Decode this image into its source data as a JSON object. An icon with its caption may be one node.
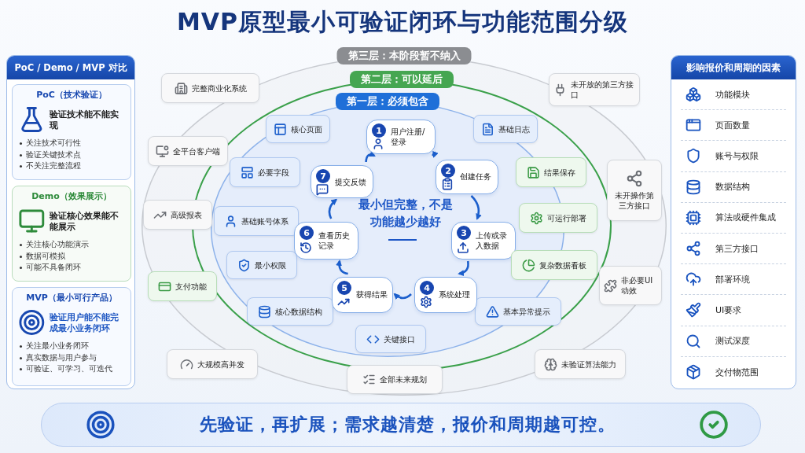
{
  "diagram": {
    "title": "MVP原型最小可验证闭环与功能范围分级",
    "nodes": [
      {
        "text": [
          "PoC / Demo / MVP 对比"
        ]
      },
      {
        "text": [
          "PoC（技术验证）",
          "验证技术能不能实现",
          "关注技术可行性",
          "验证关键技术点",
          "不关注完整流程"
        ],
        "in": 0
      },
      {
        "text": [
          "Demo（效果展示）",
          "验证核心效果能不能展示",
          "关注核心功能演示",
          "数据可模拟",
          "可能不具备闭环"
        ],
        "in": 0
      },
      {
        "text": [
          "MVP（最小可行产品）",
          "验证用户能不能完成最小业务闭环",
          "关注最小业务闭环",
          "真实数据与用户参与",
          "可验证、可学习、可迭代"
        ],
        "in": 0
      },
      {
        "text": [
          "第三层：本阶段暂不纳入"
        ]
      },
      {
        "text": [
          "第二层：可以延后"
        ],
        "in": 4
      },
      {
        "text": [
          "第一层：必须包含"
        ],
        "in": 5
      },
      {
        "text": [
          "完整商业化系统"
        ],
        "in": 4
      },
      {
        "text": [
          "未开放的第三方接口"
        ],
        "in": 4
      },
      {
        "text": [
          "全平台客户端"
        ],
        "in": 4
      },
      {
        "text": [
          "未开操作第三方接口"
        ],
        "in": 4
      },
      {
        "text": [
          "高级报表"
        ],
        "in": 4
      },
      {
        "text": [
          "支付功能"
        ],
        "in": 4
      },
      {
        "text": [
          "非必要UI动效"
        ],
        "in": 4
      },
      {
        "text": [
          "大规模高并发"
        ],
        "in": 4
      },
      {
        "text": [
          "未验证算法能力"
        ],
        "in": 4
      },
      {
        "text": [
          "全部未来规划"
        ],
        "in": 4
      },
      {
        "text": [
          "结果保存"
        ],
        "in": 5
      },
      {
        "text": [
          "可运行部署"
        ],
        "in": 5
      },
      {
        "text": [
          "复杂数据看板"
        ],
        "in": 5
      },
      {
        "text": [
          "核心页面"
        ],
        "in": 6
      },
      {
        "text": [
          "基础日志"
        ],
        "in": 6
      },
      {
        "text": [
          "必要字段"
        ],
        "in": 6
      },
      {
        "text": [
          "基础账号体系"
        ],
        "in": 6
      },
      {
        "text": [
          "最小权限"
        ],
        "in": 6
      },
      {
        "text": [
          "核心数据结构"
        ],
        "in": 6
      },
      {
        "text": [
          "基本异常提示"
        ],
        "in": 6
      },
      {
        "text": [
          "关键接口"
        ],
        "in": 6
      },
      {
        "text": [
          "1",
          "用户注册/登录"
        ],
        "in": 6
      },
      {
        "text": [
          "2",
          "创建任务"
        ],
        "in": 6
      },
      {
        "text": [
          "3",
          "上传或录入数据"
        ],
        "in": 6
      },
      {
        "text": [
          "4",
          "系统处理"
        ],
        "in": 6
      },
      {
        "text": [
          "5",
          "获得结果"
        ],
        "in": 6
      },
      {
        "text": [
          "6",
          "查看历史记录"
        ],
        "in": 6
      },
      {
        "text": [
          "7",
          "提交反馈"
        ],
        "in": 6
      },
      {
        "text": [
          "影响报价和周期的因素",
          "功能模块",
          "页面数量",
          "账号与权限",
          "数据结构",
          "算法或硬件集成",
          "第三方接口",
          "部署环境",
          "UI要求",
          "测试深度",
          "交付物范围"
        ]
      },
      {
        "text": [
          "先验证，再扩展；需求越清楚，报价和周期越可控。"
        ]
      }
    ],
    "edges": [
      {
        "from": 28,
        "to": 29,
        "arrow": "to"
      },
      {
        "from": 29,
        "to": 30,
        "arrow": "to"
      },
      {
        "from": 30,
        "to": 31,
        "arrow": "to"
      },
      {
        "from": 31,
        "to": 32,
        "arrow": "to"
      },
      {
        "from": 32,
        "to": 33,
        "arrow": "to"
      },
      {
        "from": 33,
        "to": 34,
        "arrow": "to"
      },
      {
        "from": 34,
        "to": 28,
        "arrow": "to"
      }
    ],
    "labels": [
      "最小但完整，不是功能越少越好"
    ]
  }
}
